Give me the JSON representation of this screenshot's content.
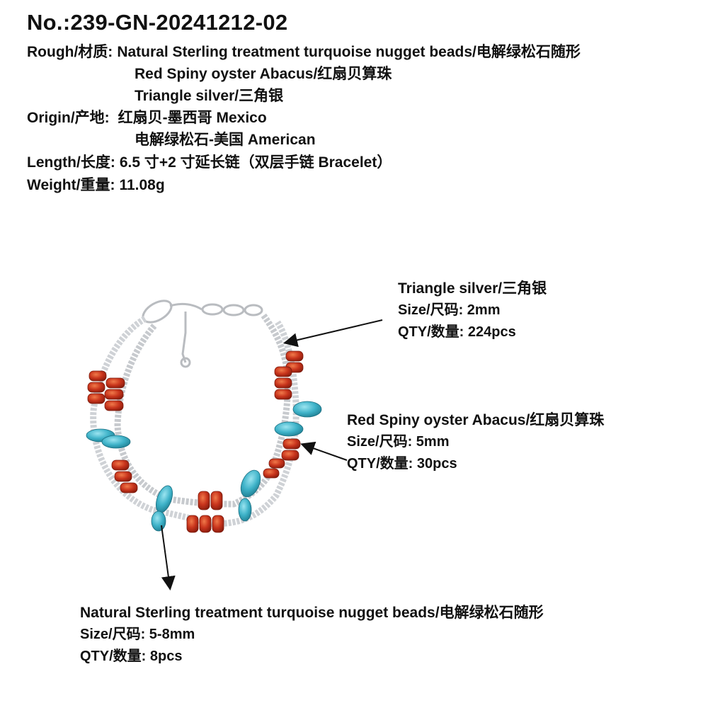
{
  "product_no": "No.:239-GN-20241212-02",
  "specs": {
    "rough_label": "Rough/材质:",
    "rough_lines": [
      "Natural Sterling treatment turquoise nugget beads/电解绿松石随形",
      "Red Spiny oyster Abacus/红扇贝算珠",
      "Triangle silver/三角银"
    ],
    "origin_label": "Origin/产地:",
    "origin_lines": [
      "红扇贝-墨西哥 Mexico",
      "电解绿松石-美国 American"
    ],
    "length_label": "Length/长度:",
    "length_value": "6.5 寸+2 寸延长链（双层手链 Bracelet）",
    "weight_label": "Weight/重量:",
    "weight_value": "11.08g"
  },
  "callouts": {
    "silver": {
      "title": "Triangle silver/三角银",
      "size": "Size/尺码: 2mm",
      "qty": "QTY/数量:  224pcs"
    },
    "oyster": {
      "title": "Red Spiny oyster Abacus/红扇贝算珠",
      "size": "Size/尺码: 5mm",
      "qty": "QTY/数量: 30pcs"
    },
    "turquoise": {
      "title": "Natural Sterling treatment turquoise nugget beads/电解绿松石随形",
      "size": "Size/尺码: 5-8mm",
      "qty": "QTY/数量: 8pcs"
    }
  },
  "colors": {
    "silver": "#cfd2d6",
    "red_oyster": "#c8341c",
    "turquoise": "#3fb3c9"
  }
}
